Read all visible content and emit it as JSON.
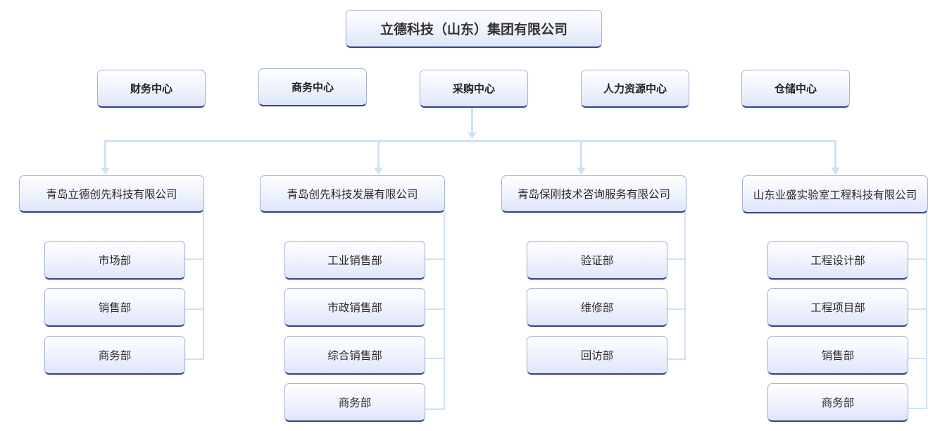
{
  "root": {
    "label": "立德科技（山东）集团有限公司"
  },
  "centers": [
    {
      "label": "财务中心"
    },
    {
      "label": "商务中心"
    },
    {
      "label": "采购中心"
    },
    {
      "label": "人力资源中心"
    },
    {
      "label": "仓储中心"
    }
  ],
  "companies": [
    {
      "label": "青岛立德创先科技有限公司",
      "departments": [
        "市场部",
        "销售部",
        "商务部"
      ]
    },
    {
      "label": "青岛创先科技发展有限公司",
      "departments": [
        "工业销售部",
        "市政销售部",
        "综合销售部",
        "商务部"
      ]
    },
    {
      "label": "青岛保刚技术咨询服务有限公司",
      "departments": [
        "验证部",
        "维修部",
        "回访部"
      ]
    },
    {
      "label": "山东业盛实验室工程科技有限公司",
      "departments": [
        "工程设计部",
        "工程项目部",
        "销售部",
        "商务部"
      ]
    }
  ],
  "colors": {
    "connector": "#cfe1f7",
    "border_dark": "#3c3f86",
    "box_fill": "#eef2fd"
  }
}
